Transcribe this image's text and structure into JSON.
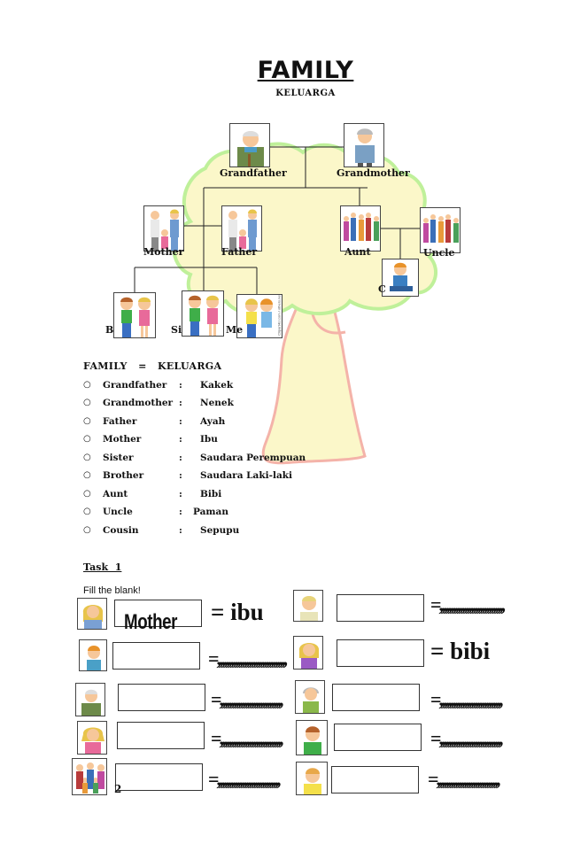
{
  "header": {
    "title": "FAMILY",
    "subtitle": "KELUARGA"
  },
  "tree": {
    "labels": {
      "grandfather": "Grandfather",
      "grandmother": "Grandmother",
      "mother": "Mother",
      "father": "Father",
      "aunt": "Aunt",
      "uncle": "Uncle",
      "cousin": "C",
      "brother": "B",
      "sister": "Si",
      "me": "Me"
    },
    "watermark": "Clipart4U.com / others.net"
  },
  "vocab": {
    "heading": "FAMILY   =   KELUARGA",
    "bullet": "○",
    "colon": ":",
    "items": [
      {
        "en": "Grandfather",
        "id": "Kakek"
      },
      {
        "en": "Grandmother",
        "id": "Nenek"
      },
      {
        "en": "Father",
        "id": "Ayah"
      },
      {
        "en": "Mother",
        "id": "Ibu"
      },
      {
        "en": "Sister",
        "id": "Saudara Perempuan"
      },
      {
        "en": "Brother",
        "id": "Saudara Laki-laki"
      },
      {
        "en": "Aunt",
        "id": "Bibi"
      },
      {
        "en": "Uncle",
        "id": "Paman"
      },
      {
        "en": "Cousin",
        "id": "Sepupu"
      }
    ]
  },
  "task": {
    "title": "Task  1",
    "instruction": "Fill the blank!",
    "left": [
      {
        "answer": "Mother",
        "suffix": "= ibu"
      },
      {
        "answer": "",
        "suffix": "=,,,,,,,,,,,,,,,,,,,,,,,,,,,,,,,"
      },
      {
        "answer": "",
        "suffix": "=,,,,,,,,,,,,,,,,,,,,,,,,,,,,"
      },
      {
        "answer": "",
        "suffix": "=,,,,,,,,,,,,,,,,,,,,,,,,,,,,"
      },
      {
        "answer": "",
        "suffix": "=,,,,,,,,,,,,,,,,,,,,,,,,,,,,"
      }
    ],
    "right": [
      {
        "answer": "",
        "suffix": "=,,,,,,,,,,,,,,,,,,,,,,,,,,,,,"
      },
      {
        "answer": "",
        "suffix": "= bibi"
      },
      {
        "answer": "",
        "suffix": "=,,,,,,,,,,,,,,,,,,,,,,,,,,,,"
      },
      {
        "answer": "",
        "suffix": "=,,,,,,,,,,,,,,,,,,,,,,,,,,,,"
      },
      {
        "answer": "",
        "suffix": "=,,,,,,,,,,,,,,,,,,,,,,,,,,,,"
      }
    ]
  },
  "page_number": "2",
  "colors": {
    "canopy_fill": "#fbf7c9",
    "canopy_stroke": "#bff09a",
    "trunk_fill": "#fbf7c9",
    "trunk_stroke": "#f4b3a9",
    "skin": "#f6c79a",
    "hair_blond": "#e8c44a",
    "hair_brown": "#b5622b",
    "shirt_green": "#3fae49"
  }
}
